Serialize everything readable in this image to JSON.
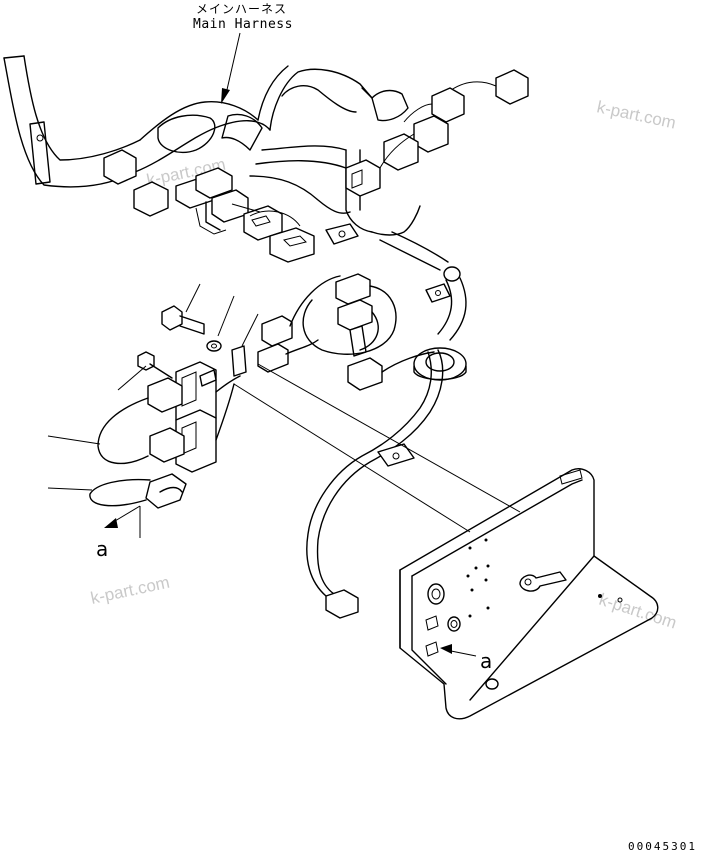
{
  "diagram": {
    "title_jp": "メインハーネス",
    "title_en": "Main Harness",
    "view_label_left": "a",
    "view_label_right": "a",
    "figure_number": "00045301",
    "watermarks": [
      "k-part.com",
      "k-part.com",
      "k-part.com",
      "k-part.com"
    ]
  }
}
